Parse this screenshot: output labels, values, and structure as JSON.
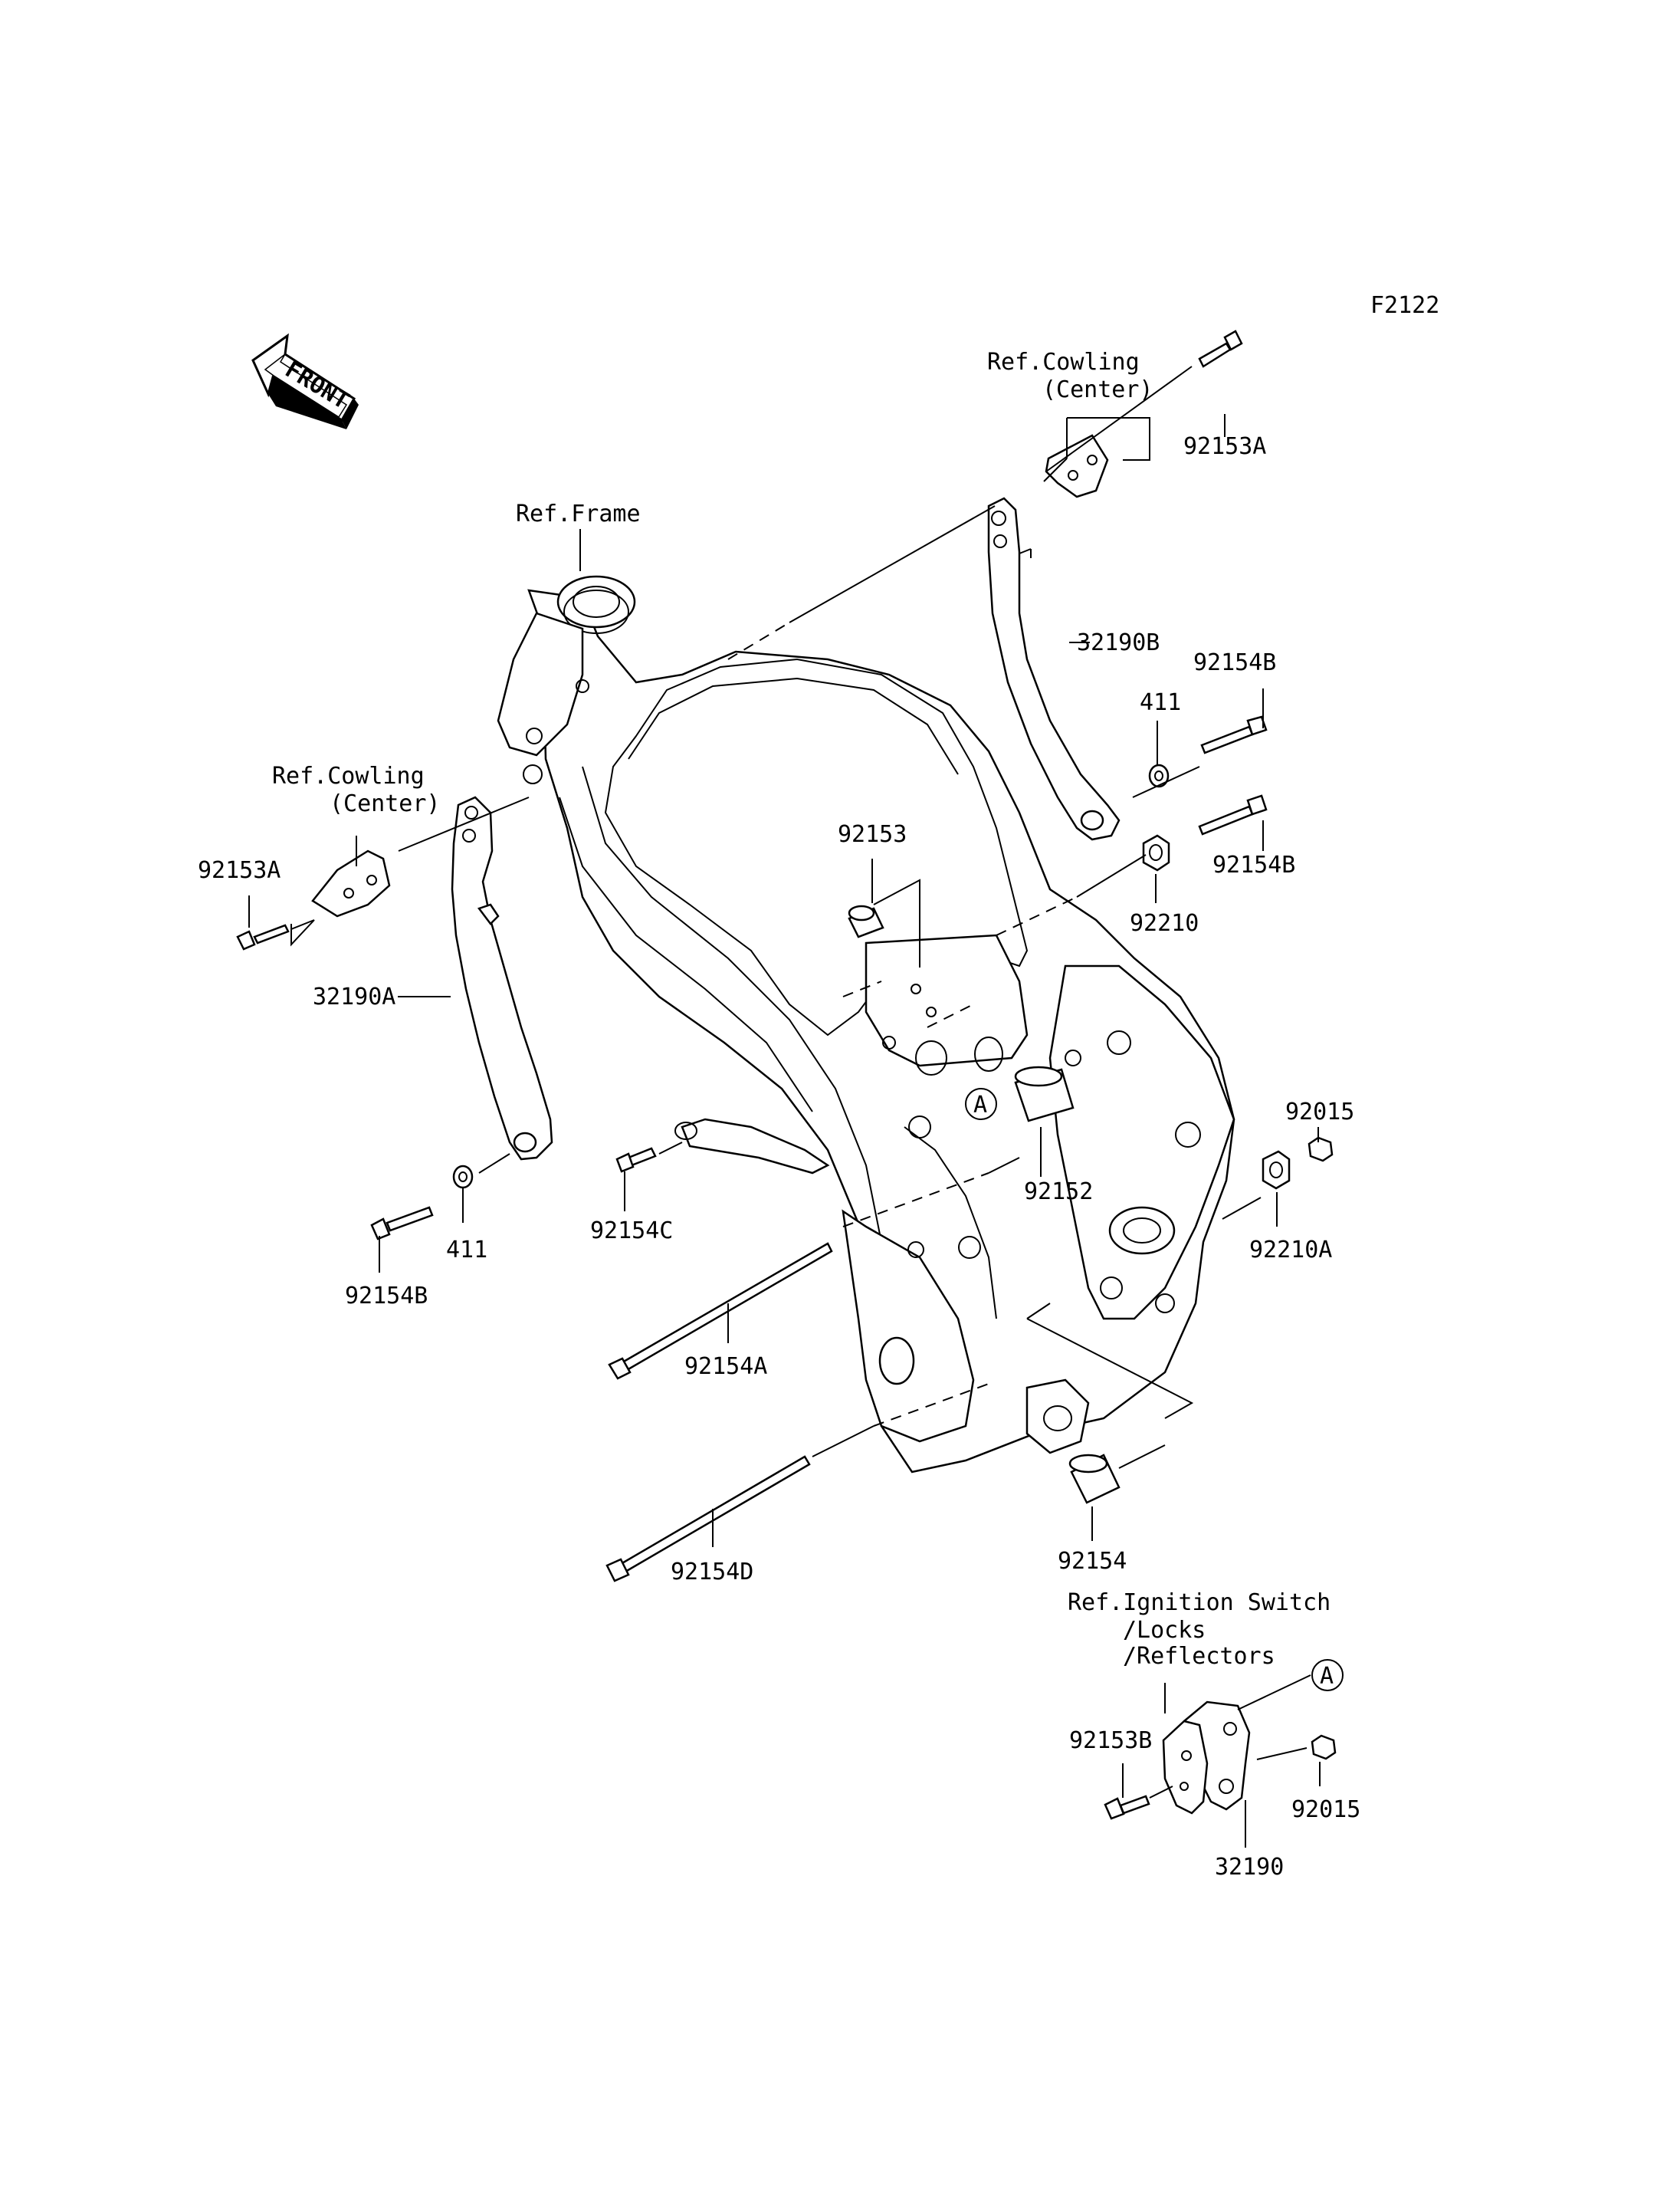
{
  "figure_code": "F2122",
  "front_badge": "FRONT",
  "circle_ref": "A",
  "refs": {
    "frame": "Ref.Frame",
    "cowling_right_line1": "Ref.Cowling",
    "cowling_right_line2": "(Center)",
    "cowling_left_line1": "Ref.Cowling",
    "cowling_left_line2": "(Center)",
    "ignition_line1": "Ref.Ignition Switch",
    "ignition_line2": "/Locks",
    "ignition_line3": "/Reflectors"
  },
  "parts": {
    "p92153A_right": "92153A",
    "p92153A_left": "92153A",
    "p32190B": "32190B",
    "p92154B_top": "92154B",
    "p411_right": "411",
    "p92154B_mid": "92154B",
    "p92210": "92210",
    "p92153": "92153",
    "p32190A": "32190A",
    "p92015_right": "92015",
    "p92152": "92152",
    "p92210A": "92210A",
    "p92154C": "92154C",
    "p411_left": "411",
    "p92154B_left": "92154B",
    "p92154A": "92154A",
    "p92154": "92154",
    "p92154D": "92154D",
    "p92153B": "92153B",
    "p92015_bottom": "92015",
    "p32190": "32190"
  }
}
